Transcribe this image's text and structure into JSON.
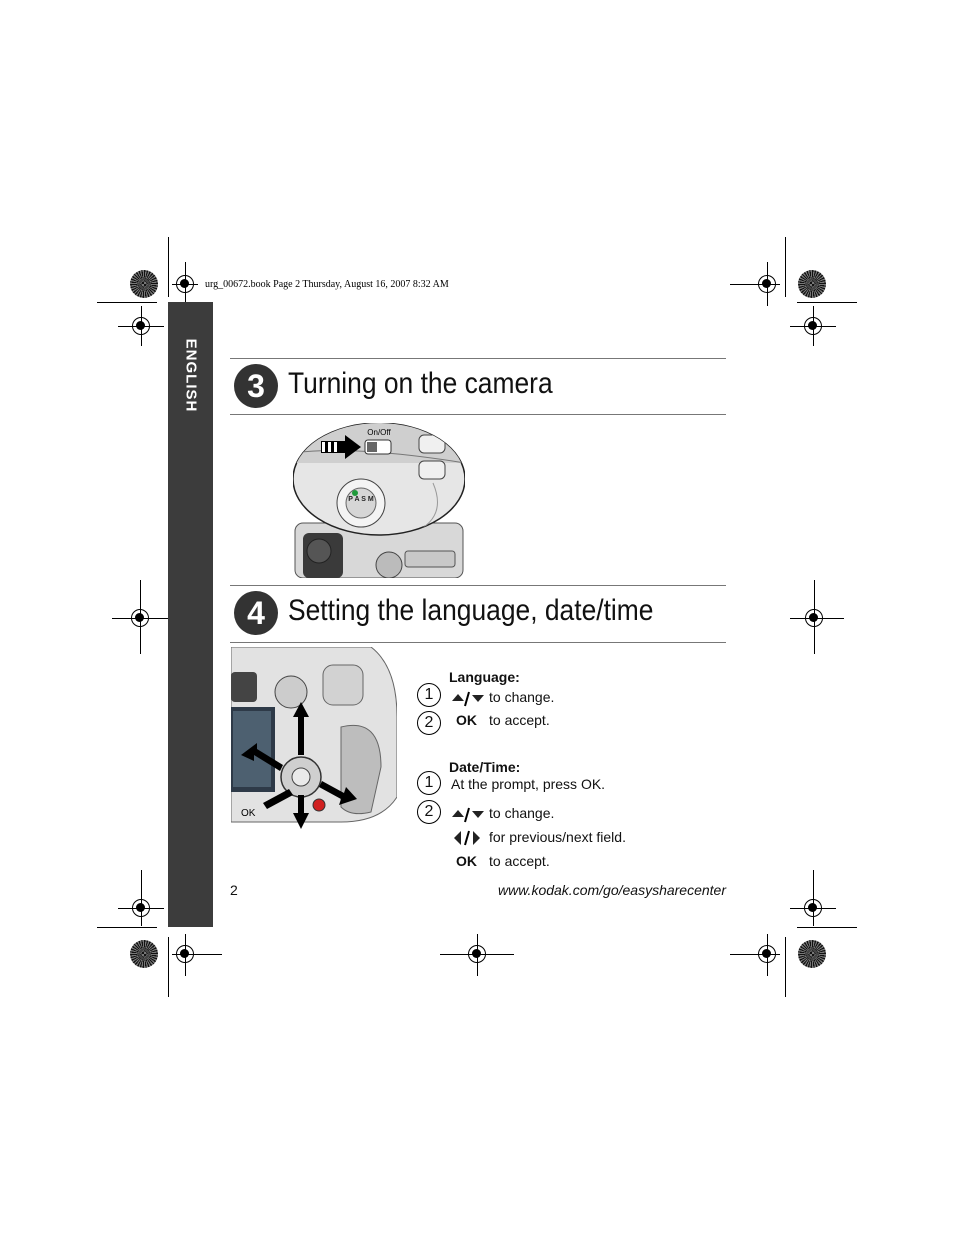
{
  "print_header": "urg_00672.book  Page 2  Thursday, August 16, 2007  8:32 AM",
  "side_tab": "ENGLISH",
  "section3": {
    "number": "3",
    "title": "Turning on the camera",
    "figure_label": "On/Off",
    "dial_letters": "P A S M"
  },
  "section4": {
    "number": "4",
    "title": "Setting the language, date/time",
    "figure_ok_label": "OK",
    "language": {
      "heading": "Language:",
      "steps": [
        {
          "num": "1",
          "icon": "up-down-arrows-icon",
          "text": "to change."
        },
        {
          "num": "2",
          "key": "OK",
          "text": "to accept."
        }
      ]
    },
    "datetime": {
      "heading": "Date/Time:",
      "steps": [
        {
          "num": "1",
          "text": "At the prompt, press OK."
        },
        {
          "num": "2",
          "icon": "up-down-arrows-icon",
          "text": "to change."
        }
      ],
      "extra": [
        {
          "icon": "left-right-arrows-icon",
          "text": "for previous/next field."
        },
        {
          "key": "OK",
          "text": "to accept."
        }
      ]
    }
  },
  "footer": {
    "page_number": "2",
    "url": "www.kodak.com/go/easysharecenter"
  }
}
